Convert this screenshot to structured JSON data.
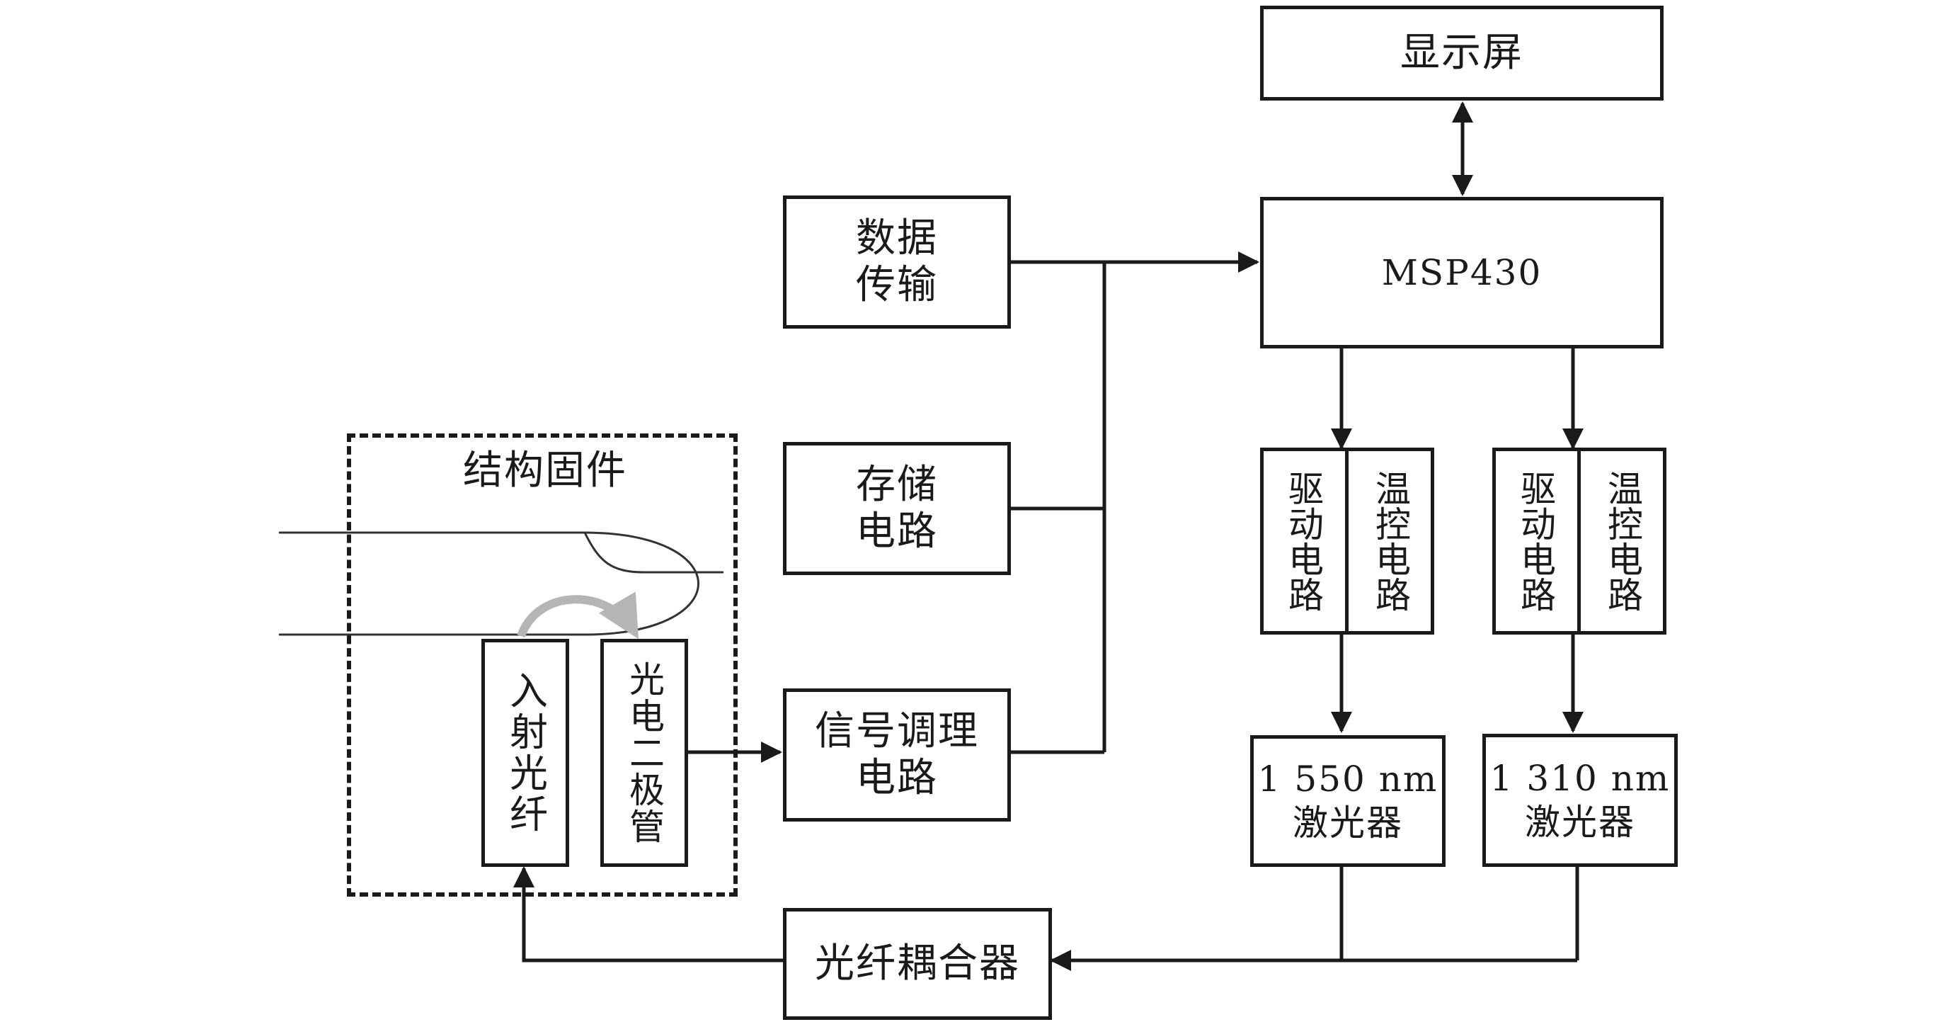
{
  "blocks": {
    "display": "显示屏",
    "mcu": "MSP430",
    "data_transfer": "数据\n传输",
    "storage": "存储\n电路",
    "signal_conditioning": "信号调理\n电路",
    "drive_1": "驱动电路",
    "temp_ctrl_1": "温控电路",
    "drive_2": "驱动电路",
    "temp_ctrl_2": "温控电路",
    "laser_1550": "1 550 nm\n激光器",
    "laser_1310": "1 310 nm\n激光器",
    "fiber_coupler": "光纤耦合器",
    "fixture": "结构固件",
    "incident_fiber": "入射光纤",
    "photodiode": "光电二极管"
  }
}
